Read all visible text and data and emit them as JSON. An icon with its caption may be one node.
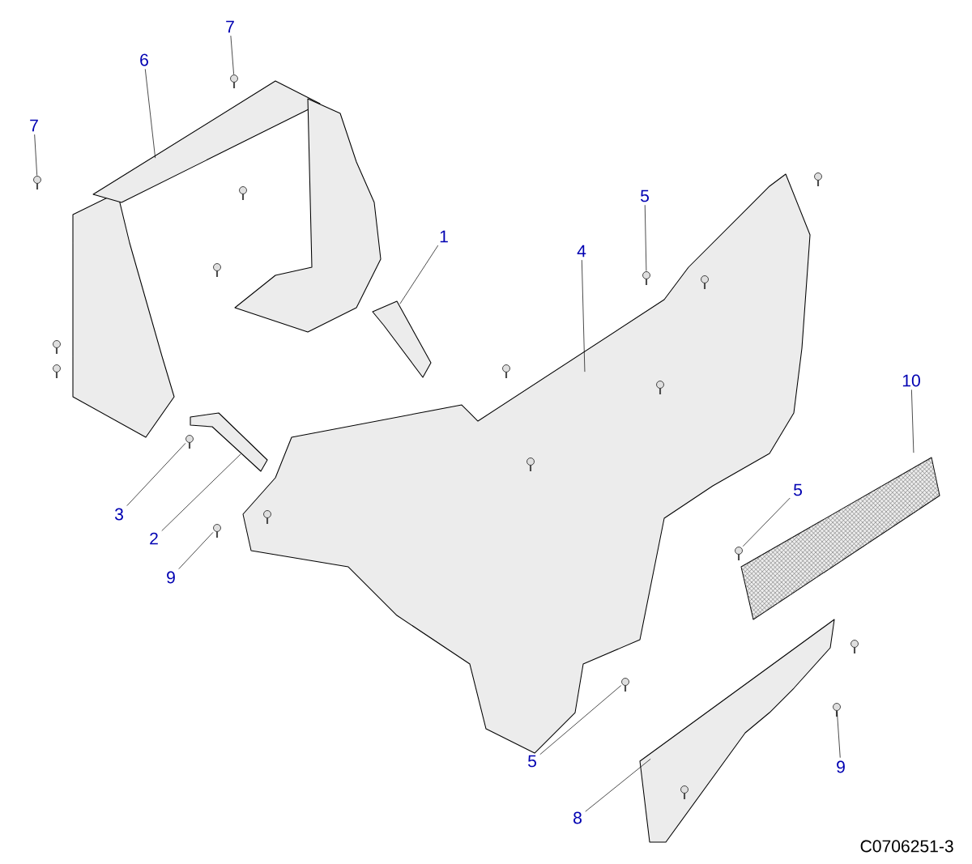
{
  "diagram": {
    "nodes": [
      {
        "text": [
          "7"
        ]
      },
      {
        "text": [
          "6"
        ]
      },
      {
        "text": [
          "7"
        ]
      },
      {
        "text": [
          "5"
        ]
      },
      {
        "text": [
          "1"
        ]
      },
      {
        "text": [
          "4"
        ]
      },
      {
        "text": [
          "10"
        ]
      },
      {
        "text": [
          "5"
        ]
      },
      {
        "text": [
          "3"
        ]
      },
      {
        "text": [
          "2"
        ]
      },
      {
        "text": [
          "9"
        ]
      },
      {
        "text": [
          "5"
        ]
      },
      {
        "text": [
          "9"
        ]
      },
      {
        "text": [
          "8"
        ]
      },
      {
        "text": [],
        "shape": "screw"
      },
      {
        "text": [],
        "shape": "picture"
      },
      {
        "text": [],
        "shape": "screw"
      },
      {
        "text": [],
        "shape": "screw"
      },
      {
        "text": [],
        "shape": "picture"
      },
      {
        "text": [],
        "shape": "picture"
      },
      {
        "text": [],
        "shape": "picture"
      },
      {
        "text": [],
        "shape": "screw"
      },
      {
        "text": [],
        "shape": "screw"
      },
      {
        "text": [],
        "shape": "picture"
      },
      {
        "text": [],
        "shape": "screw"
      },
      {
        "text": [],
        "shape": "screw"
      },
      {
        "text": [],
        "shape": "screw"
      },
      {
        "text": [],
        "shape": "picture"
      }
    ],
    "edges": [
      {
        "from": 0,
        "to": 14,
        "arrow": "none"
      },
      {
        "from": 1,
        "to": 15,
        "arrow": "none"
      },
      {
        "from": 2,
        "to": 16,
        "arrow": "none"
      },
      {
        "from": 3,
        "to": 17,
        "arrow": "none"
      },
      {
        "from": 4,
        "to": 18,
        "arrow": "none"
      },
      {
        "from": 5,
        "to": 19,
        "arrow": "none"
      },
      {
        "from": 6,
        "to": 20,
        "arrow": "none"
      },
      {
        "from": 7,
        "to": 21,
        "arrow": "none"
      },
      {
        "from": 8,
        "to": 22,
        "arrow": "none"
      },
      {
        "from": 9,
        "to": 23,
        "arrow": "none"
      },
      {
        "from": 10,
        "to": 24,
        "arrow": "none"
      },
      {
        "from": 11,
        "to": 25,
        "arrow": "none"
      },
      {
        "from": 12,
        "to": 26,
        "arrow": "none"
      },
      {
        "from": 13,
        "to": 27,
        "arrow": "none"
      }
    ],
    "labels": [
      "C0706251-3"
    ]
  }
}
